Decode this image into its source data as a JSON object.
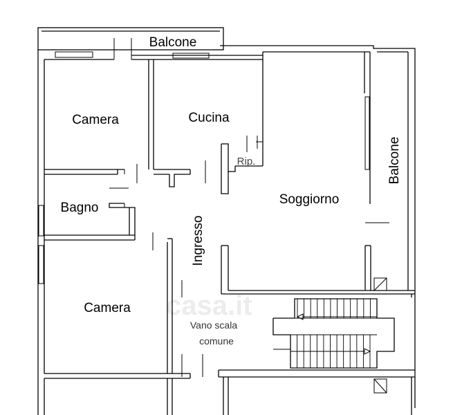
{
  "labels": {
    "balcone_top": "Balcone",
    "camera_top": "Camera",
    "cucina": "Cucina",
    "rip": "Rip.",
    "balcone_right": "Balcone",
    "soggiorno": "Soggiorno",
    "bagno": "Bagno",
    "ingresso": "Ingresso",
    "camera_bottom": "Camera",
    "vano_line1": "Vano scala",
    "vano_line2": "comune"
  },
  "watermark": "casa.it",
  "stairs": {
    "upper_flight_steps": 12,
    "lower_flight_steps": 12
  }
}
